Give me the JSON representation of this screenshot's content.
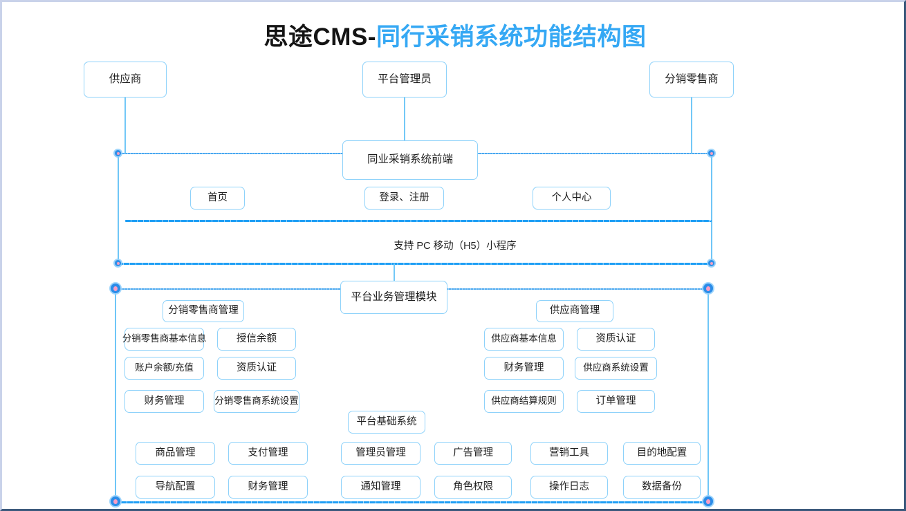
{
  "title": {
    "prefix": "思途CMS-",
    "highlight": "同行采销系统功能结构图"
  },
  "colors": {
    "accent_blue": "#35a8f4",
    "box_border": "#8ed2fa",
    "dashed_border": "#1f9ff5",
    "text": "#1d1d1d",
    "handle_core": "#fa9ec4",
    "canvas_border_light": "#c9d2ea",
    "canvas_border_dark": "#3c5a7d"
  },
  "actors": [
    {
      "label": "供应商"
    },
    {
      "label": "平台管理员"
    },
    {
      "label": "分销零售商"
    }
  ],
  "frontend": {
    "root": "同业采销系统前端",
    "items": [
      {
        "label": "首页"
      },
      {
        "label": "登录、注册"
      },
      {
        "label": "个人中心"
      }
    ],
    "support_note": "支持  PC   移动（H5）小程序"
  },
  "business_module": {
    "root": "平台业务管理模块",
    "groups": [
      {
        "name": "分销零售商管理",
        "items": [
          "分销零售商基本信息",
          "授信余额",
          "账户余额/充值",
          "资质认证",
          "财务管理",
          "分销零售商系统设置"
        ]
      },
      {
        "name": "供应商管理",
        "items": [
          "供应商基本信息",
          "资质认证",
          "财务管理",
          "供应商系统设置",
          "供应商结算规则",
          "订单管理"
        ]
      }
    ],
    "base_system": {
      "name": "平台基础系统",
      "items": [
        "商品管理",
        "支付管理",
        "管理员管理",
        "广告管理",
        "营销工具",
        "目的地配置",
        "导航配置",
        "财务管理",
        "通知管理",
        "角色权限",
        "操作日志",
        "数据备份"
      ]
    }
  }
}
